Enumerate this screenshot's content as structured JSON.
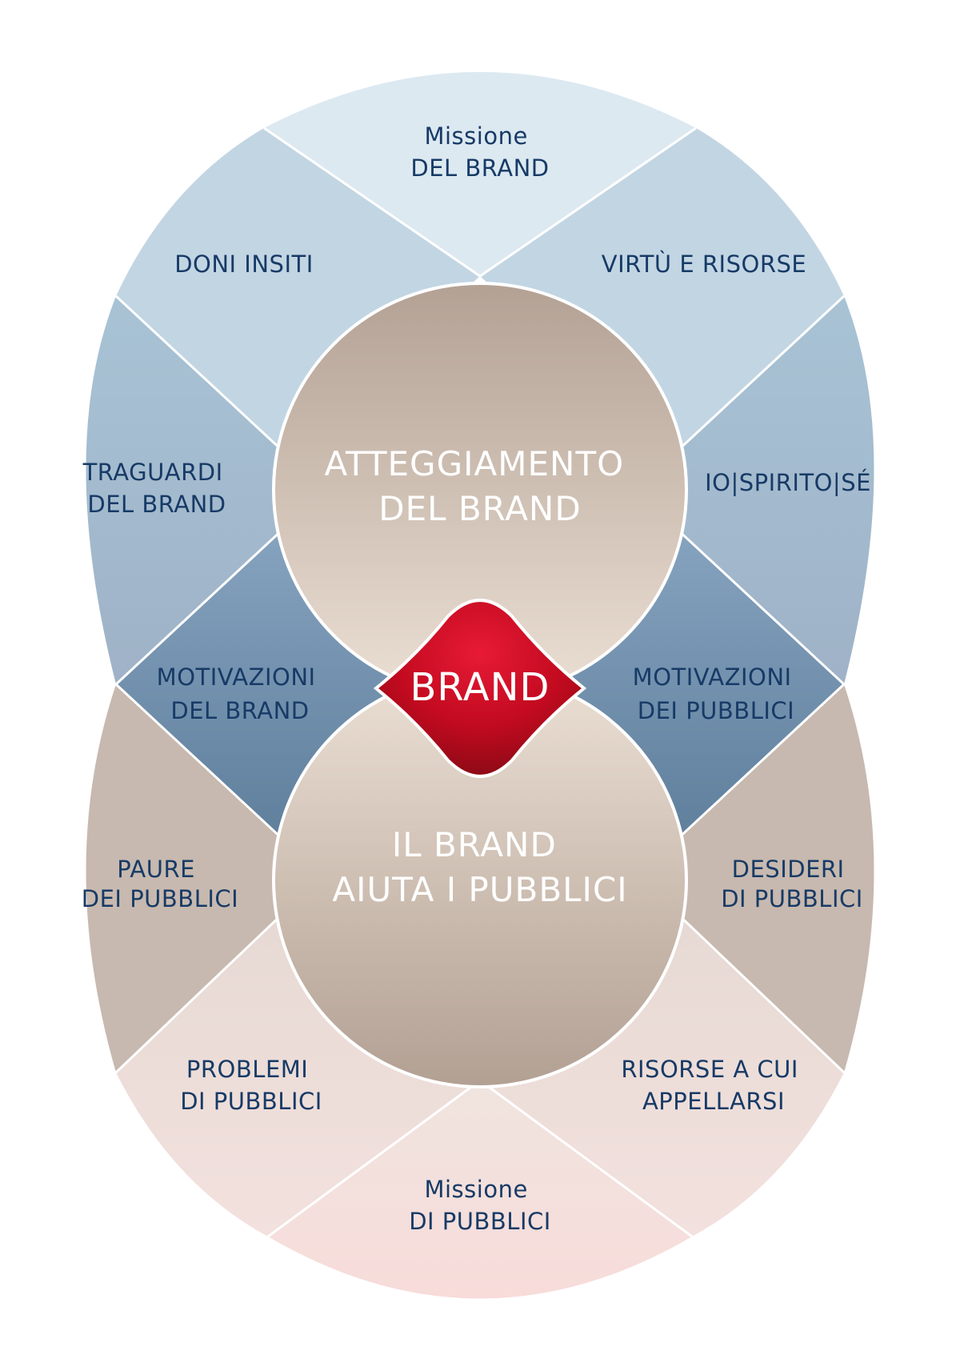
{
  "colors": {
    "top_light": "#dbe7ef",
    "top_mid": "#bfd2e0",
    "top_side": "#a6bfd3",
    "top_dark": "#7d9bb6",
    "bottom_light": "#f1e3df",
    "bottom_mid": "#ddd0c9",
    "bottom_side": "#c8b9ae",
    "circle": "#b8a598",
    "brand_red": "#c60b1e",
    "text_blue": "#173a66",
    "divider": "#ffffff"
  },
  "segments": {
    "top": [
      "Missione",
      "DEL BRAND"
    ],
    "top_left": [
      "DONI INSITI"
    ],
    "top_right": [
      "VIRTÙ E RISORSE"
    ],
    "left_upper": [
      "TRAGUARDI",
      "DEL BRAND"
    ],
    "right_upper": [
      "IO|SPIRITO|SÉ"
    ],
    "mid_left": [
      "MOTIVAZIONI",
      "DEL BRAND"
    ],
    "mid_right": [
      "MOTIVAZIONI",
      "DEI PUBBLICI"
    ],
    "left_lower": [
      "PAURE",
      "DEI PUBBLICI"
    ],
    "right_lower": [
      "DESIDERI",
      "DI PUBBLICI"
    ],
    "bottom_left": [
      "PROBLEMI",
      "DI PUBBLICI"
    ],
    "bottom_right": [
      "RISORSE A CUI",
      "APPELLARSI"
    ],
    "bottom": [
      "Missione",
      "DI PUBBLICI"
    ]
  },
  "circles": {
    "top": [
      "ATTEGGIAMENTO",
      "DEL BRAND"
    ],
    "bottom": [
      "IL BRAND",
      "AIUTA I PUBBLICI"
    ]
  },
  "center": {
    "label": "BRAND"
  }
}
